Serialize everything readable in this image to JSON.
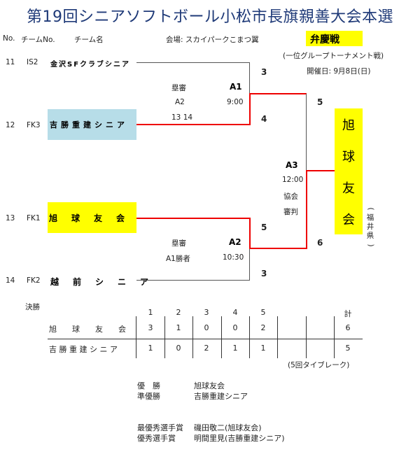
{
  "title": "第19回シニアソフトボール小松市長旗親善大会本選",
  "header": {
    "col_no": "No.",
    "col_team_no": "チームNo.",
    "col_team_name": "チーム名",
    "venue": "会場:  スカイパークこまつ翼",
    "bracket_name": "弁慶戦",
    "bracket_note": "(一位グループトーナメント戦)",
    "date": "開催日:  9月8日(日)"
  },
  "teams": [
    {
      "no": "11",
      "team_no": "IS2",
      "name": "金沢SFクラブシニア",
      "highlight": "none"
    },
    {
      "no": "12",
      "team_no": "FK3",
      "name": "吉勝重建シニア",
      "highlight": "blue"
    },
    {
      "no": "13",
      "team_no": "FK1",
      "name": "旭　球　友　会",
      "highlight": "yellow"
    },
    {
      "no": "14",
      "team_no": "FK2",
      "name": "越　前　シ　ニ　ア",
      "highlight": "none"
    }
  ],
  "games": {
    "a1": {
      "id": "A1",
      "umpire_label": "塁審",
      "umpire": "A2",
      "time": "9:00",
      "umpire_teams": "13 14",
      "score_top": "3",
      "score_bottom": "4"
    },
    "a2": {
      "id": "A2",
      "umpire_label": "塁審",
      "umpire": "A1勝者",
      "time": "10:30",
      "score_top": "5",
      "score_bottom": "3"
    },
    "a3": {
      "id": "A3",
      "time": "12:00",
      "umpire_line1": "協会",
      "umpire_line2": "審判",
      "score_top": "5",
      "score_bottom": "6"
    }
  },
  "champion": {
    "chars": [
      "旭",
      "球",
      "友",
      "会"
    ],
    "prefecture": [
      "(",
      "福",
      "井",
      "県",
      ")"
    ]
  },
  "final": {
    "label": "決勝",
    "innings": [
      "1",
      "2",
      "3",
      "4",
      "5",
      "",
      "",
      "計"
    ],
    "rows": [
      {
        "team": "旭　　球　　友　　会",
        "scores": [
          "3",
          "1",
          "0",
          "0",
          "2",
          "",
          "",
          "6"
        ]
      },
      {
        "team": "吉 勝 重 建 シ ニ ア",
        "scores": [
          "1",
          "0",
          "2",
          "1",
          "1",
          "",
          "",
          "5"
        ]
      }
    ],
    "note": "(5回タイブレーク)"
  },
  "awards": [
    {
      "label": "優　勝",
      "value": "旭球友会"
    },
    {
      "label": "準優勝",
      "value": "吉勝重建シニア"
    },
    {
      "label": "最優秀選手賞",
      "value": "磯田敬二(旭球友会)"
    },
    {
      "label": "優秀選手賞",
      "value": "明間里見(吉勝重建シニア)"
    }
  ],
  "colors": {
    "title": "#1f3a78",
    "highlight_yellow": "#ffff00",
    "highlight_blue": "#b7dde8",
    "winner_line": "#ee0000"
  }
}
